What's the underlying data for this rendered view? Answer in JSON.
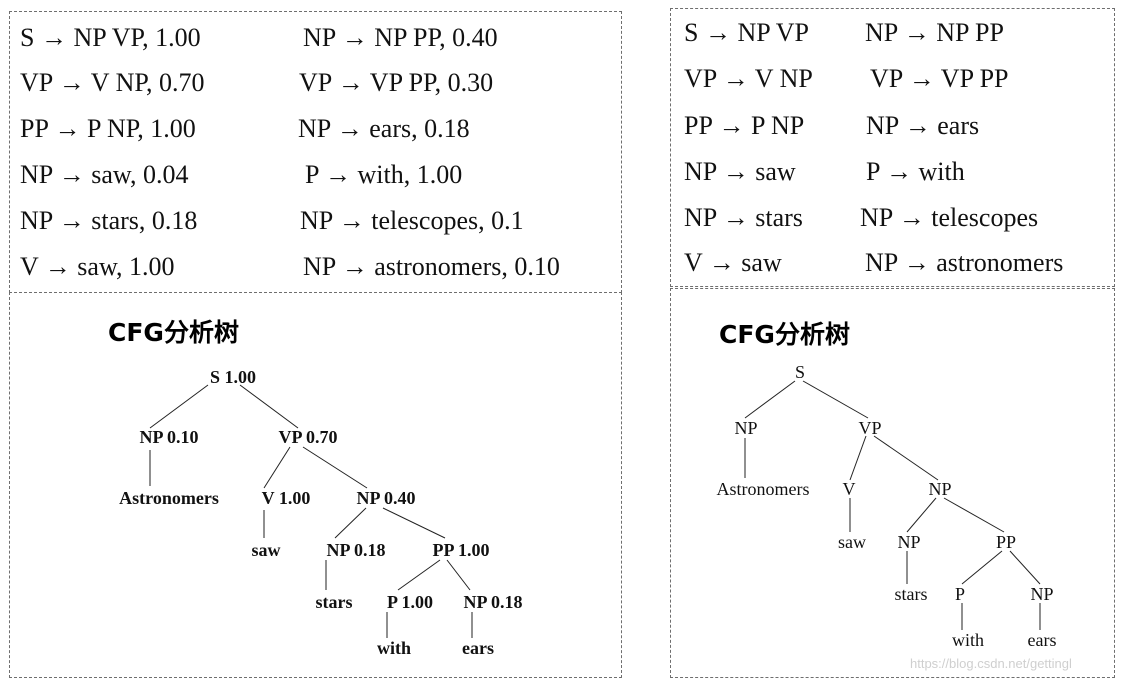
{
  "left_panel": {
    "rules": [
      [
        "S → NP  VP,  1.00",
        "NP → NP  PP,   0.40"
      ],
      [
        "VP → V  NP,  0.70",
        "VP → VP  PP, 0.30"
      ],
      [
        "PP → P  NP,  1.00",
        "NP → ears,  0.18"
      ],
      [
        "NP → saw, 0.04",
        "P → with,  1.00"
      ],
      [
        "NP → stars,  0.18",
        "NP → telescopes,  0.1"
      ],
      [
        "V → saw,  1.00",
        "NP → astronomers, 0.10"
      ]
    ],
    "title": "CFG分析树",
    "tree": {
      "nodes": {
        "S": "S 1.00",
        "NP1": "NP 0.10",
        "VP1": "VP 0.70",
        "Astro": "Astronomers",
        "V": "V 1.00",
        "NP2": "NP 0.40",
        "saw": "saw",
        "NP3": "NP 0.18",
        "PP": "PP 1.00",
        "stars": "stars",
        "P": "P 1.00",
        "NP4": "NP 0.18",
        "with": "with",
        "ears": "ears"
      }
    }
  },
  "right_panel": {
    "rules": [
      [
        "S → NP  VP",
        "NP → NP  PP"
      ],
      [
        "VP → V  NP",
        "VP → VP  PP"
      ],
      [
        "PP → P  NP",
        "NP → ears"
      ],
      [
        "NP → saw",
        "P → with"
      ],
      [
        "NP → stars",
        "NP → telescopes"
      ],
      [
        "V → saw",
        "NP → astronomers"
      ]
    ],
    "title": "CFG分析树",
    "tree": {
      "nodes": {
        "S": "S",
        "NP1": "NP",
        "VP1": "VP",
        "Astro": "Astronomers",
        "V": "V",
        "NP2": "NP",
        "saw": "saw",
        "NP3": "NP",
        "PP": "PP",
        "stars": "stars",
        "P": "P",
        "NP4": "NP",
        "with": "with",
        "ears": "ears"
      }
    }
  },
  "watermark": "https://blog.csdn.net/gettingl"
}
